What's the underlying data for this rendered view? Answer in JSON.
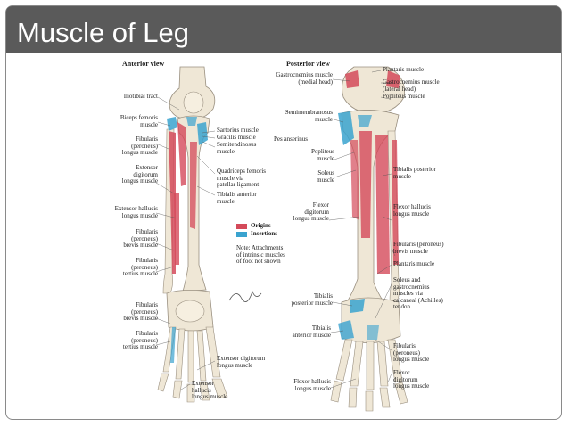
{
  "slide": {
    "title": "Muscle of Leg"
  },
  "colors": {
    "title_bar": "#5a5a5a",
    "origins": "#d44a5a",
    "insertions": "#3aa3cf",
    "bone": "#efe7d6"
  },
  "anterior": {
    "heading": "Anterior view",
    "labels": [
      "Iliotibial tract",
      "Biceps femoris\nmuscle",
      "Fibularis\n(peroneus)\nlongus muscle",
      "Extensor\ndigitorum\nlongus muscle",
      "Extensor hallucis\nlongus muscle",
      "Fibularis\n(peroneus)\nbrevis muscle",
      "Fibularis\n(peroneus)\ntertius muscle",
      "Fibularis\n(peroneus)\nbrevis muscle",
      "Fibularis\n(peroneus)\ntertius muscle",
      "Sartorius muscle",
      "Gracilis muscle",
      "Semitendinosus\nmuscle",
      "Pes anserinus",
      "Quadriceps femoris\nmuscle via\npatellar ligament",
      "Tibialis anterior\nmuscle",
      "Extensor digitorum\nlongus muscle",
      "Extensor\nhallucis\nlongus muscle"
    ]
  },
  "legend": {
    "origins": "Origins",
    "insertions": "Insertions",
    "note": "Note: Attachments\nof intrinsic muscles\nof foot not shown"
  },
  "posterior": {
    "heading": "Posterior view",
    "labels": [
      "Gastrocnemius muscle\n(medial head)",
      "Plantaris muscle",
      "Gastrocnemius muscle\n(lateral head)",
      "Popliteus muscle",
      "Semimembranosus\nmuscle",
      "Popliteus\nmuscle",
      "Soleus\nmuscle",
      "Tibialis posterior\nmuscle",
      "Flexor\ndigitorum\nlongus muscle",
      "Flexor hallucis\nlongus muscle",
      "Fibularis (peroneus)\nbrevis muscle",
      "Plantaris muscle",
      "Tibialis\nposterior muscle",
      "Soleus and\ngastrocnemius\nmuscles via\ncalcaneal (Achilles)\ntendon",
      "Tibialis\nanterior muscle",
      "Fibularis\n(peroneus)\nlongus muscle",
      "Flexor hallucis\nlongus muscle",
      "Flexor\ndigitorum\nlongus muscle"
    ]
  }
}
